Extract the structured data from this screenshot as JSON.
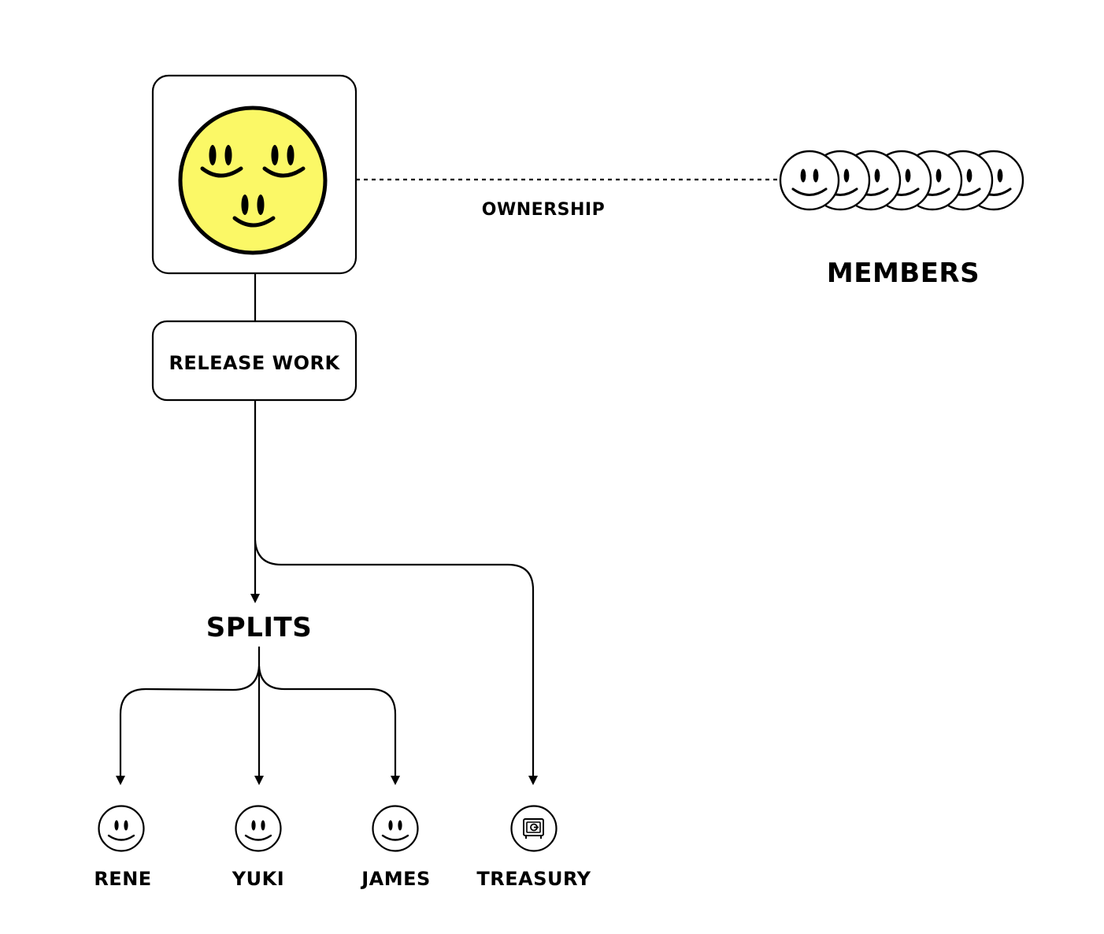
{
  "diagram": {
    "dao": {
      "icon": "three-smileys-face-icon",
      "fill_color": "#FBF866"
    },
    "ownership_label": "OWNERSHIP",
    "members": {
      "label": "MEMBERS",
      "count": 7,
      "icon": "smiley-icon"
    },
    "release_work_label": "RELEASE WORK",
    "splits_label": "SPLITS",
    "recipients": [
      {
        "name": "RENE",
        "icon": "smiley-icon"
      },
      {
        "name": "YUKI",
        "icon": "smiley-icon"
      },
      {
        "name": "JAMES",
        "icon": "smiley-icon"
      },
      {
        "name": "TREASURY",
        "icon": "safe-icon"
      }
    ]
  }
}
